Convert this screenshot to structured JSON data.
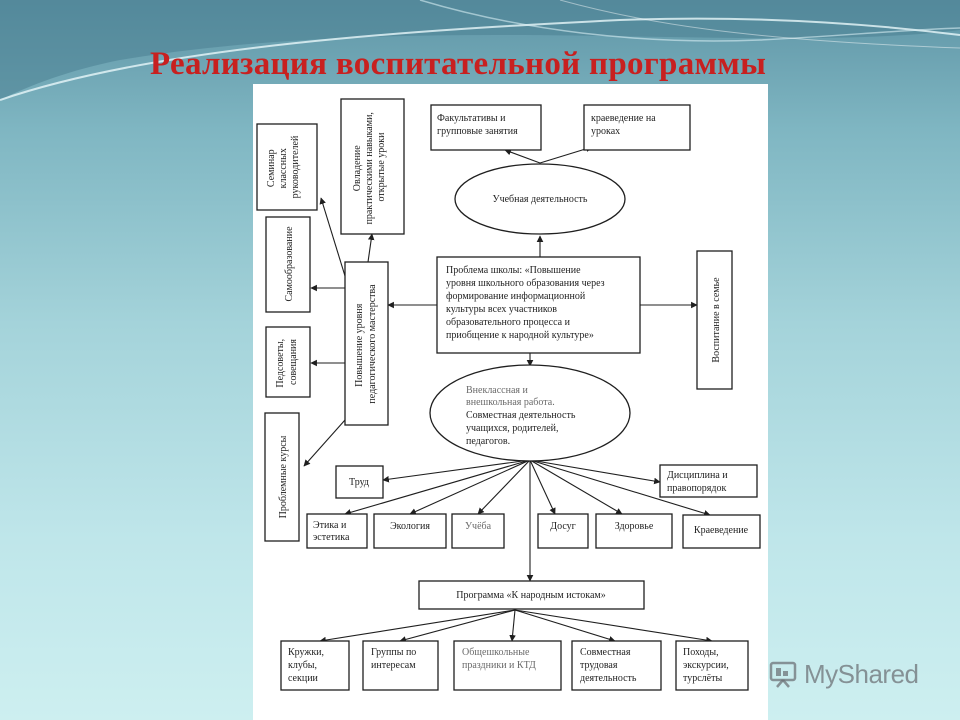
{
  "slide": {
    "title": "Реализация воспитательной программы"
  },
  "diagram": {
    "center": [
      "Проблема школы: «Повышение",
      "уровня школьного образования через",
      "формирование информационной",
      "культуры всех участников",
      "образовательного процесса и",
      "приобщение к народной культуре»"
    ],
    "study": {
      "label": "Учебная деятельность",
      "electives": [
        "Факультативы и",
        "групповые занятия"
      ],
      "local_history_lessons": [
        "краеведение на",
        "уроках"
      ]
    },
    "mastery": {
      "label": [
        "Повышение уровня",
        "педагогического мастерства"
      ],
      "practical_skills": [
        "Овладение",
        "практическими навыками,",
        "открытые уроки"
      ],
      "seminar": [
        "Семинар",
        "классных",
        "руководителей"
      ],
      "self_education": "Самообразование",
      "councils": [
        "Педсоветы,",
        "совещания"
      ],
      "courses": "Проблемные курсы"
    },
    "family": "Воспитание в семье",
    "extracurricular": [
      "Внеклассная и",
      "внешкольная работа.",
      "Совместная деятельность",
      "учащихся, родителей,",
      "педагогов."
    ],
    "labour": "Труд",
    "discipline": [
      "Дисциплина и",
      "правопорядок"
    ],
    "directions": {
      "ethics": [
        "Этика и",
        "эстетика"
      ],
      "ecology": "Экология",
      "study": "Учёба",
      "leisure": "Досуг",
      "health": "Здоровье",
      "local_history": "Краеведение"
    },
    "program": "Программа «К народным истокам»",
    "outcomes": {
      "clubs": [
        "Кружки,",
        "клубы,",
        "секции"
      ],
      "interest_groups": [
        "Группы по",
        "интересам"
      ],
      "school_holidays": [
        "Общешкольные",
        "праздники и КТД"
      ],
      "joint_labour": [
        "Совместная",
        "трудовая",
        "деятельность"
      ],
      "hikes": [
        "Походы,",
        "экскурсии,",
        "турслёты"
      ]
    }
  },
  "watermark": {
    "brand": "MyShared",
    "icon": "presentation-board-icon"
  }
}
